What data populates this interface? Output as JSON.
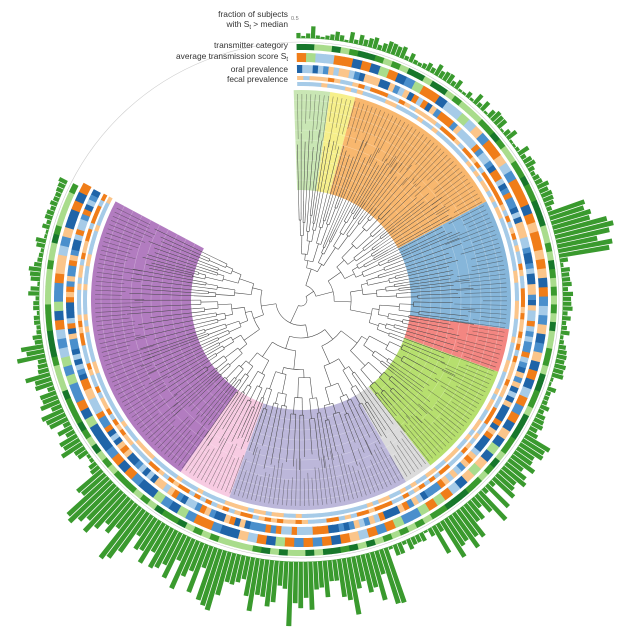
{
  "figure": {
    "legend": {
      "fraction_line1": "fraction of subjects",
      "fraction_line2": "with S",
      "fraction_subscript": "t",
      "fraction_line2_end": " > median",
      "fraction_tick": "0.5",
      "transmitter_category": "transmitter category",
      "avg_score": "average transmission score S",
      "avg_score_subscript": "t",
      "oral_prevalence": "oral prevalence",
      "fecal_prevalence": "fecal prevalence"
    },
    "colors": {
      "bar_green": "#3a9a2e",
      "clade_light_green": "#c6e5b0",
      "clade_yellow": "#f6ee85",
      "clade_orange": "#f8b366",
      "clade_blue": "#7fb2d8",
      "clade_red": "#f2807a",
      "clade_lime": "#b2dd66",
      "clade_grey": "#d9d9d9",
      "clade_lavender": "#b8b3d8",
      "clade_pink": "#f7c8e0",
      "clade_purple": "#ae75bd",
      "branch": "#444444",
      "ring_dark_blue": "#1f64a8",
      "ring_blue": "#4a8fcc",
      "ring_light_blue": "#a6cbe8",
      "ring_orange": "#f07d19",
      "ring_light_orange": "#fbc58a",
      "ring_light_green": "#a9dc8c",
      "ring_dark_green": "#17772b"
    }
  }
}
